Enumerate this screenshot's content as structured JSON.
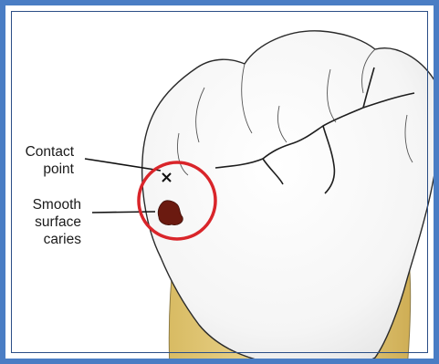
{
  "labels": {
    "contact_point": [
      "Contact",
      "point"
    ],
    "smooth_surface_caries": [
      "Smooth",
      "surface",
      "caries"
    ]
  },
  "colors": {
    "frame": "#4a7dc4",
    "highlight_circle": "#d9252a",
    "caries_lesion": "#6b1a10",
    "tooth_crown": "#f4f4f4",
    "tooth_root": "#e6cf86"
  }
}
